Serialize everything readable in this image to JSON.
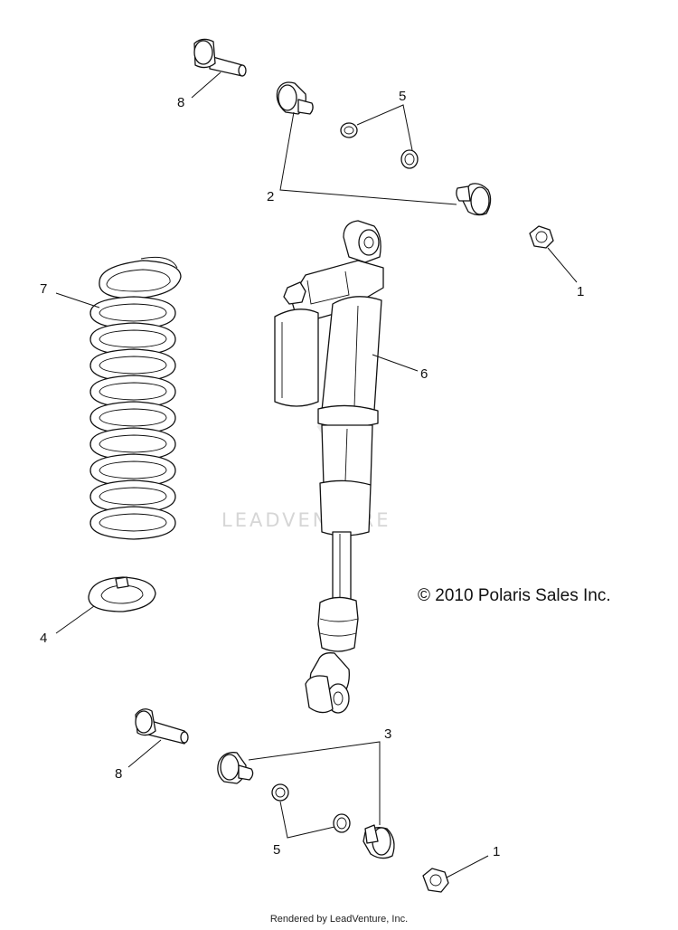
{
  "diagram": {
    "callouts": [
      {
        "id": "bolt-top",
        "label": "8"
      },
      {
        "id": "washers-top",
        "label": "5"
      },
      {
        "id": "bushings-top",
        "label": "2"
      },
      {
        "id": "nut-top",
        "label": "1"
      },
      {
        "id": "spring",
        "label": "7"
      },
      {
        "id": "shock",
        "label": "6"
      },
      {
        "id": "spring-retainer",
        "label": "4"
      },
      {
        "id": "bolt-bottom",
        "label": "8"
      },
      {
        "id": "bushings-bottom",
        "label": "3"
      },
      {
        "id": "washers-bottom",
        "label": "5"
      },
      {
        "id": "nut-bottom",
        "label": "1"
      }
    ],
    "watermark": "LEADVENTURE",
    "copyright": "© 2010 Polaris Sales Inc.",
    "footer": "Rendered by LeadVenture, Inc."
  }
}
